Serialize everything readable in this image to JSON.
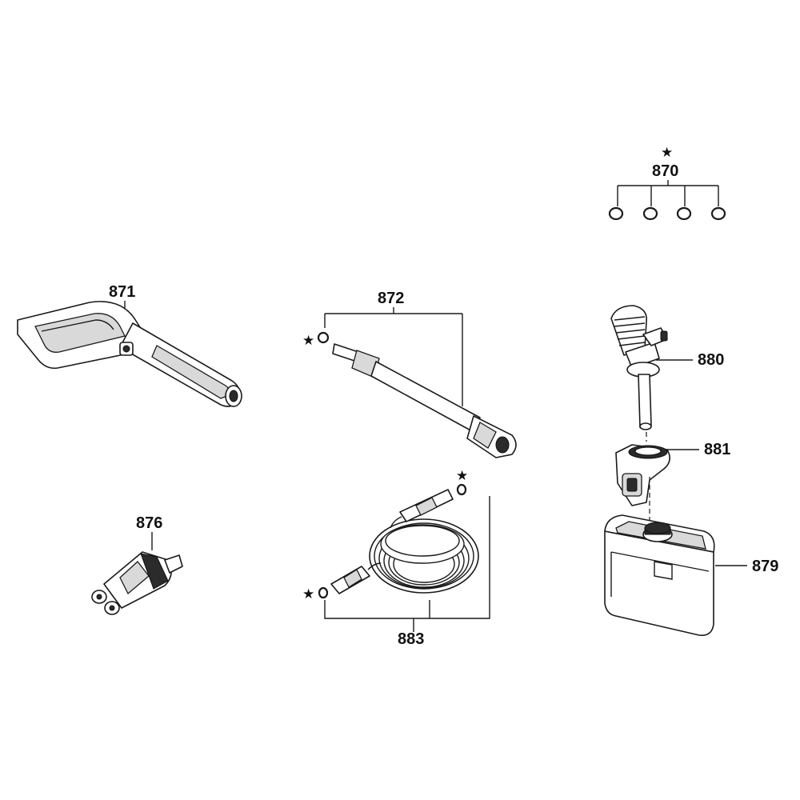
{
  "parts": {
    "p870": {
      "number": "870",
      "starred": true
    },
    "p871": {
      "number": "871",
      "starred": false
    },
    "p872": {
      "number": "872",
      "starred": true
    },
    "p876": {
      "number": "876",
      "starred": false
    },
    "p879": {
      "number": "879",
      "starred": false
    },
    "p880": {
      "number": "880",
      "starred": false
    },
    "p881": {
      "number": "881",
      "starred": false
    },
    "p883": {
      "number": "883",
      "starred": true
    }
  },
  "star_symbol": "★",
  "colors": {
    "line": "#1a1a1a",
    "background": "#ffffff",
    "shade": "#d9d9d9"
  }
}
